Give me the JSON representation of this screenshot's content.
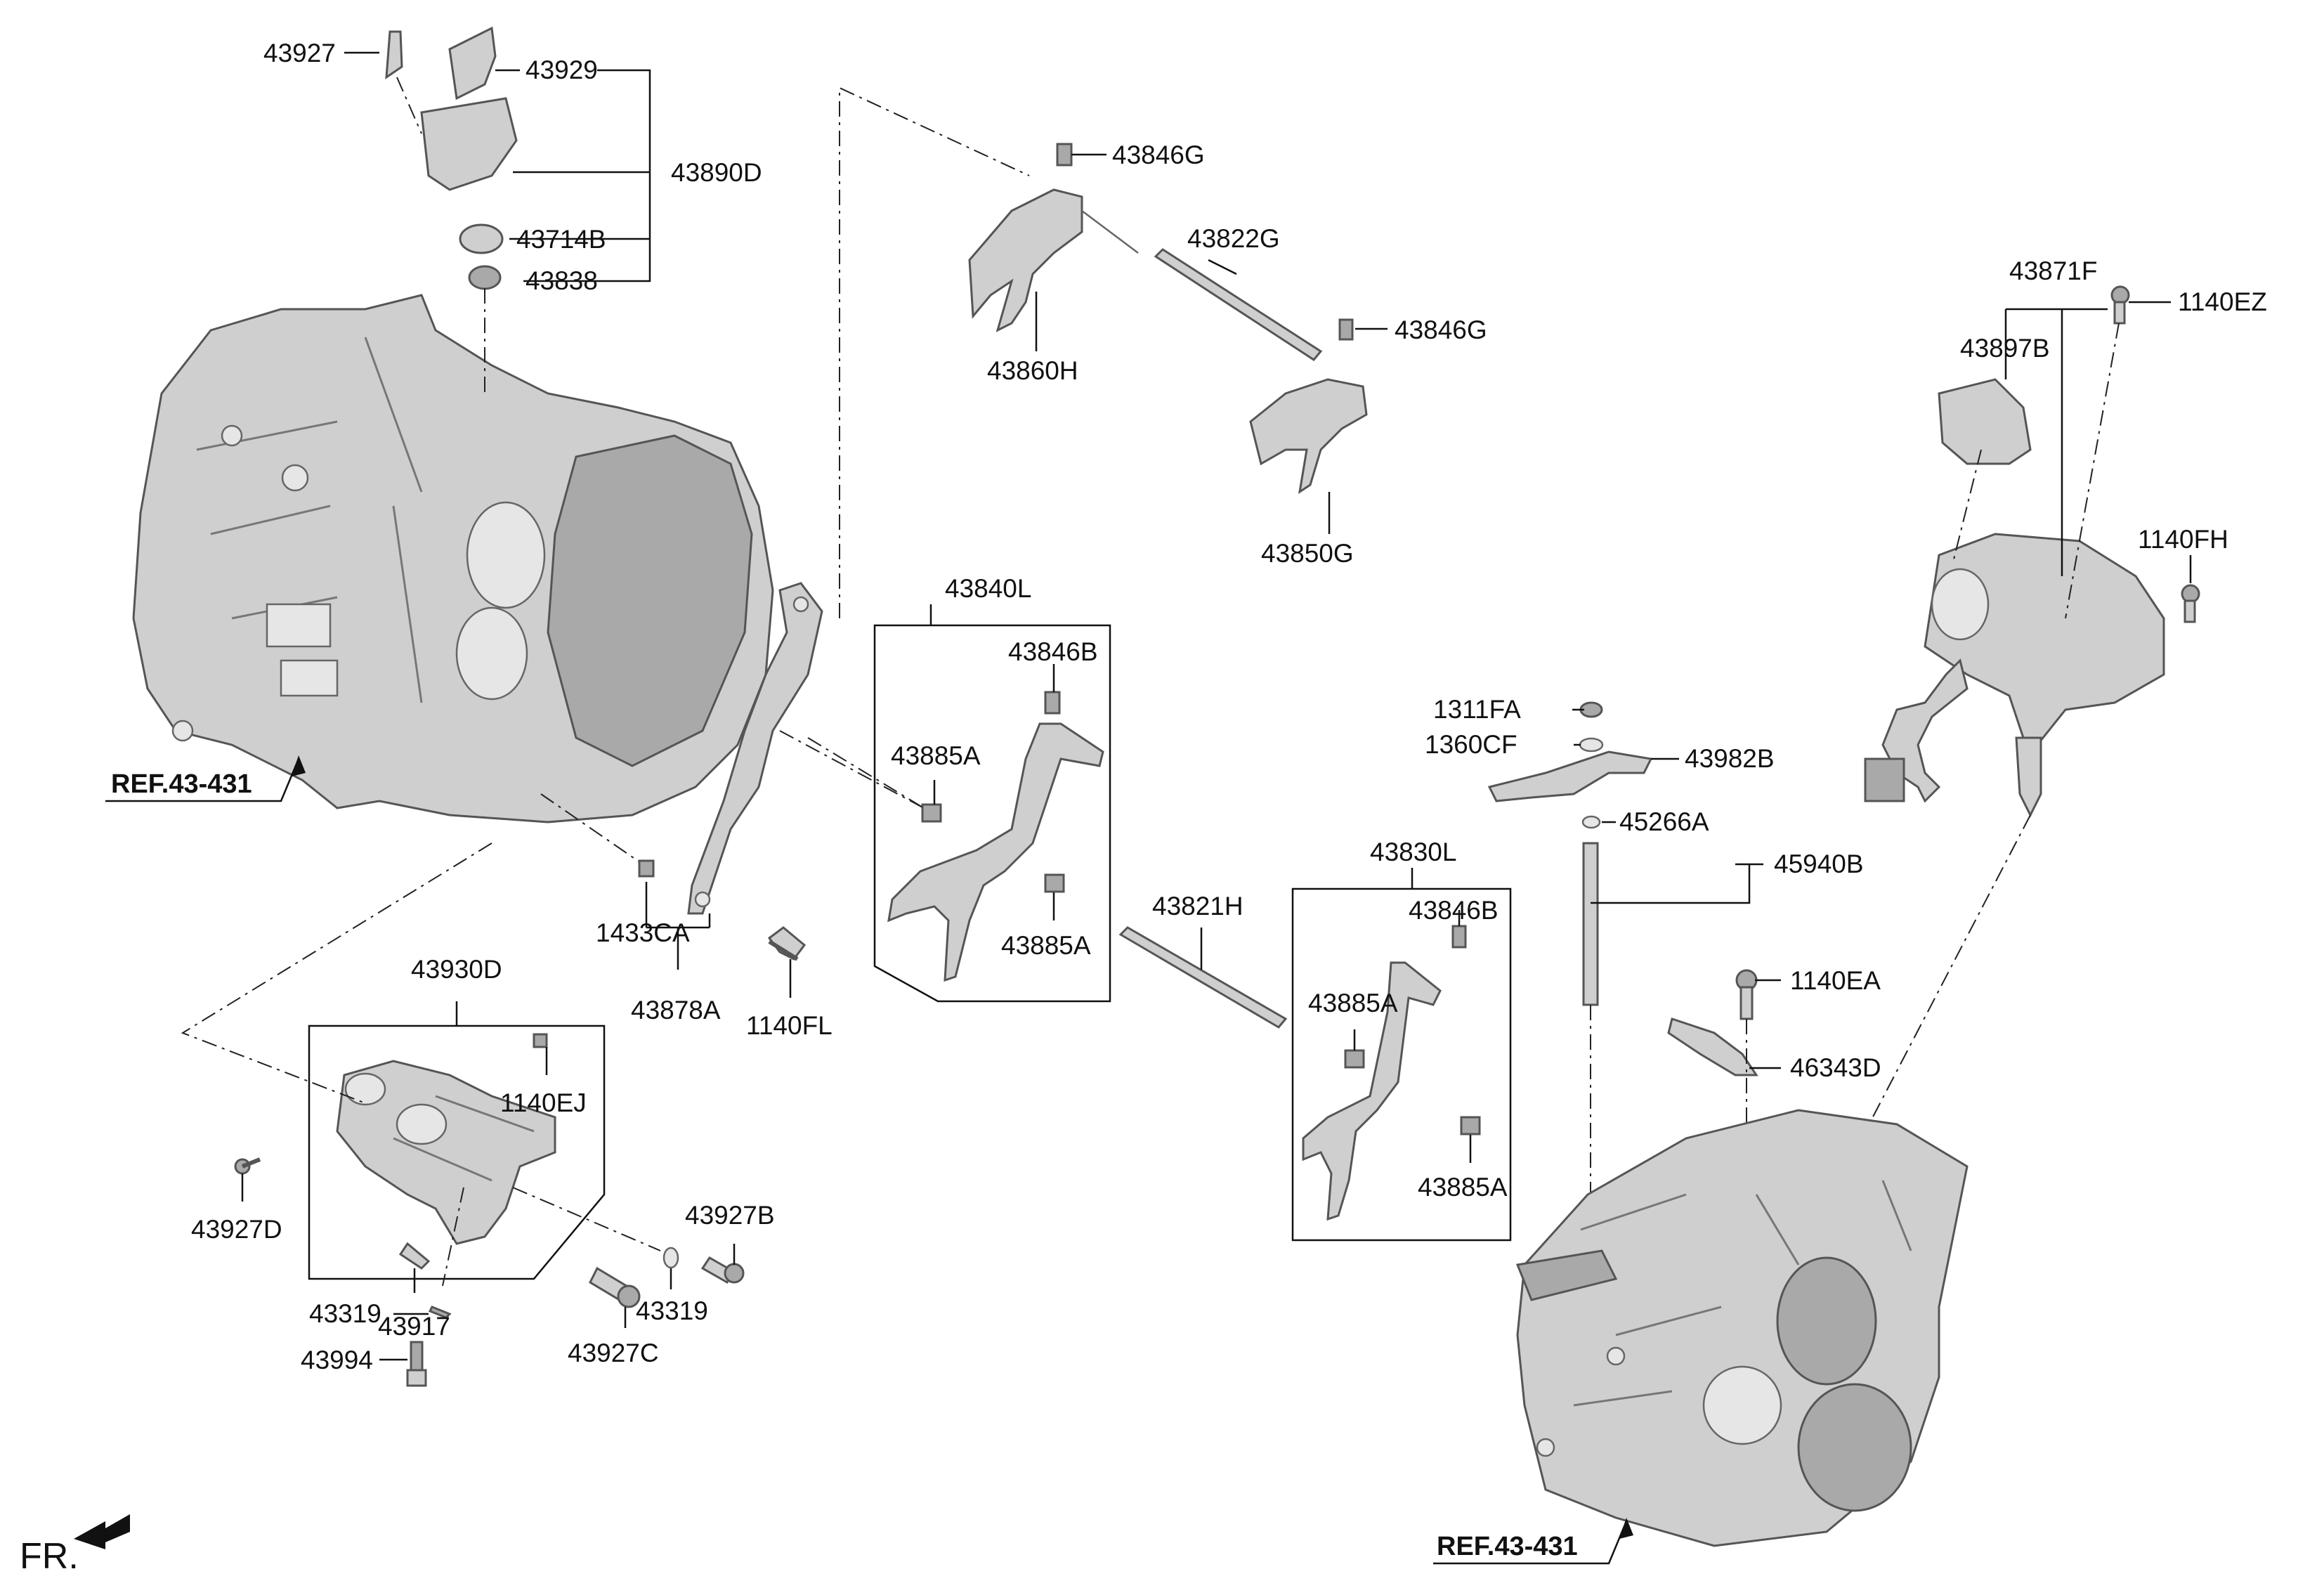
{
  "labels": {
    "p43927": "43927",
    "p43929": "43929",
    "p43890D": "43890D",
    "p43714B": "43714B",
    "p43838": "43838",
    "p43846G_a": "43846G",
    "p43822G": "43822G",
    "p43846G_b": "43846G",
    "p43860H": "43860H",
    "p43850G": "43850G",
    "p43871F": "43871F",
    "p1140EZ": "1140EZ",
    "p43897B": "43897B",
    "p1140FH": "1140FH",
    "p43840L": "43840L",
    "p43846B_a": "43846B",
    "p43885A_a": "43885A",
    "p43885A_b": "43885A",
    "p1311FA": "1311FA",
    "p1360CF": "1360CF",
    "p43982B": "43982B",
    "p45266A": "45266A",
    "p45940B": "45940B",
    "p43830L": "43830L",
    "p43846B_b": "43846B",
    "p43885A_c": "43885A",
    "p43885A_d": "43885A",
    "p43821H": "43821H",
    "p1433CA": "1433CA",
    "p43878A": "43878A",
    "p1140FL": "1140FL",
    "p43930D": "43930D",
    "p1140EJ": "1140EJ",
    "p43927D": "43927D",
    "p43917": "43917",
    "p43927B": "43927B",
    "p43319_a": "43319",
    "p43319_b": "43319",
    "p43994": "43994",
    "p43927C": "43927C",
    "p1140EA": "1140EA",
    "p46343D": "46343D"
  },
  "references": {
    "ref_left": "REF.43-431",
    "ref_right": "REF.43-431"
  },
  "orientation": {
    "label": "FR.",
    "arrow_icon": "front-direction-arrow-icon"
  }
}
